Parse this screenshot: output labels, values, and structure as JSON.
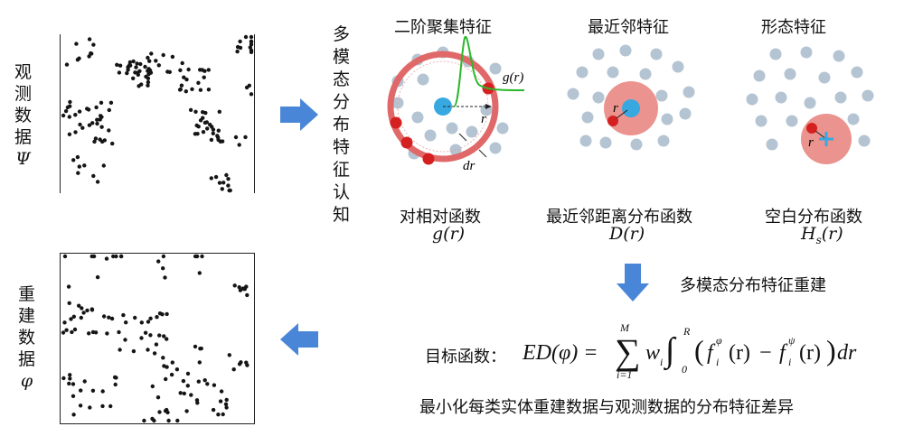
{
  "observed": {
    "label_chars": [
      "观",
      "测",
      "数",
      "据"
    ],
    "symbol": "Ψ"
  },
  "reconstructed": {
    "label_chars": [
      "重",
      "建",
      "数",
      "据"
    ],
    "symbol": "φ"
  },
  "cognition_label_chars": [
    "多",
    "模",
    "态",
    "分",
    "布",
    "特",
    "征",
    "认",
    "知"
  ],
  "features": {
    "second_order": {
      "title": "二阶聚集特征",
      "function_name": "对相对函数",
      "function_symbol": "g(r)",
      "curve_label": "g(r)",
      "radius_label": "r",
      "ring_label": "dr"
    },
    "nearest_neighbor": {
      "title": "最近邻特征",
      "function_name": "最近邻距离分布函数",
      "function_symbol": "D(r)",
      "radius_label": "r"
    },
    "morphology": {
      "title": "形态特征",
      "function_name": "空白分布函数",
      "function_symbol_main": "H",
      "function_symbol_sub": "s",
      "function_symbol_tail": "(r)",
      "radius_label": "r"
    }
  },
  "reconstruction_label": "多模态分布特征重建",
  "objective": {
    "label": "目标函数：",
    "lhs": "ED(φ) =",
    "sum_upper": "M",
    "sum_lower": "i=1",
    "weight": "w",
    "weight_sub": "i",
    "int_upper": "R",
    "int_lower": "0",
    "term1_f": "f",
    "term1_sup": "φ",
    "term1_sub": "i",
    "term_arg": "(r)",
    "minus": "−",
    "term2_f": "f",
    "term2_sup": "ψ",
    "term2_sub": "i",
    "dr": "dr"
  },
  "objective_desc": "最小化每类实体重建数据与观测数据的分布特征差异",
  "colors": {
    "arrow_blue": "#4a86d8",
    "ring_red": "#e06868",
    "disk_red": "#e8807a",
    "point_red": "#d42020",
    "grey_point": "#b4c4d2",
    "center_blue": "#38a8e0",
    "curve_green": "#2ab82a",
    "dot_black": "#151515"
  },
  "icons": [
    "right-arrow-icon",
    "down-arrow-icon",
    "left-arrow-icon"
  ]
}
